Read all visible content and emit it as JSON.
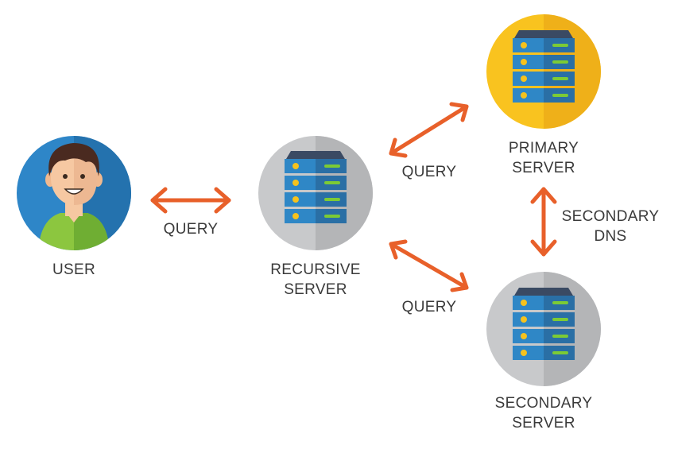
{
  "colors": {
    "arrow": "#E8602A",
    "user_circle": "#2E86C8",
    "user_circle_shade": "#2472AE",
    "server_circle_gray": "#C8C9CB",
    "server_circle_gray_shade": "#B4B5B7",
    "server_circle_yellow": "#F9C31F",
    "server_circle_yellow_shade": "#EFB019",
    "rack_blue": "#2F87C6",
    "rack_blue_shade": "#2A6FA5",
    "rack_top": "#3A4A63",
    "led_yellow": "#F6C21D",
    "led_green": "#7CCB35",
    "shirt_green": "#8CC63F",
    "shirt_green_shade": "#6FAE33",
    "skin": "#F6C8A2",
    "hair": "#4A2A20"
  },
  "nodes": {
    "user": {
      "label": "USER",
      "icon": "user-avatar-icon"
    },
    "recursive": {
      "label_line1": "RECURSIVE",
      "label_line2": "SERVER",
      "icon": "server-rack-icon"
    },
    "primary": {
      "label_line1": "PRIMARY",
      "label_line2": "SERVER",
      "icon": "server-rack-icon"
    },
    "secondary": {
      "label_line1": "SECONDARY",
      "label_line2": "SERVER",
      "icon": "server-rack-icon"
    }
  },
  "edges": {
    "user_recursive": {
      "label": "QUERY"
    },
    "recursive_primary": {
      "label": "QUERY"
    },
    "recursive_secondary": {
      "label": "QUERY"
    },
    "primary_secondary": {
      "label_line1": "SECONDARY",
      "label_line2": "DNS"
    }
  }
}
